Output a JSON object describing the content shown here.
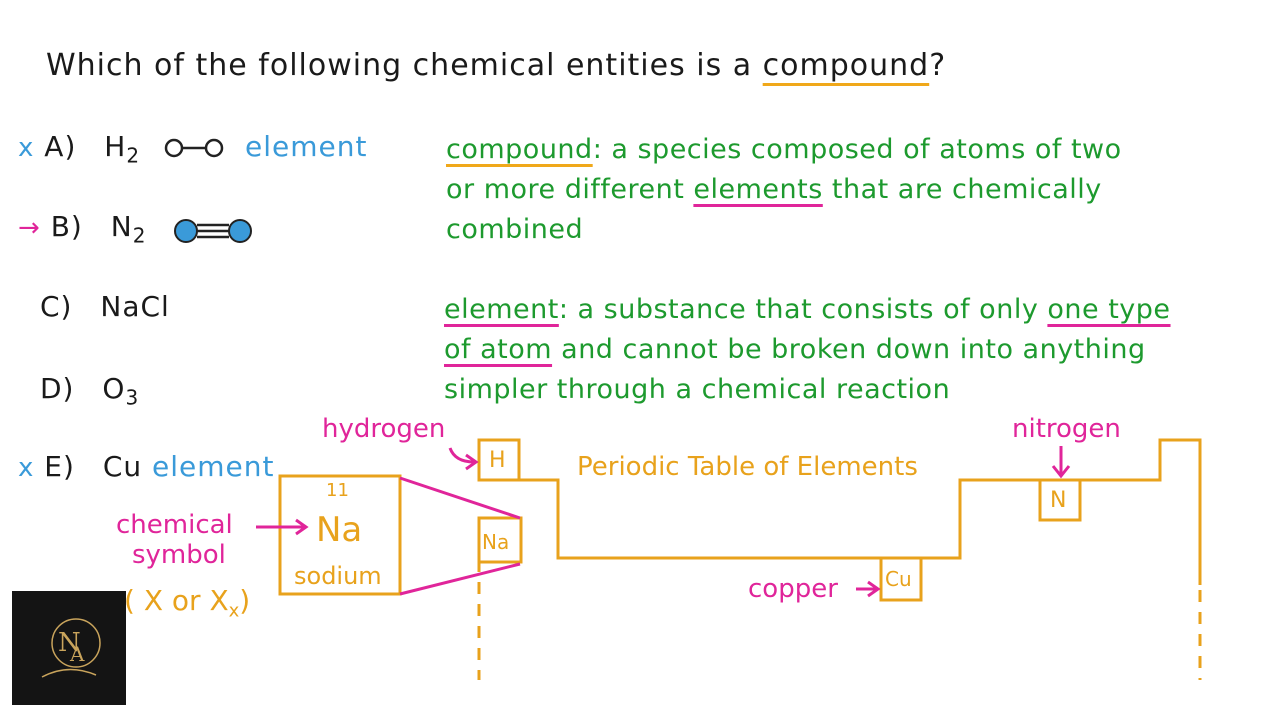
{
  "question": {
    "prefix": "Which of the following chemical entities is a ",
    "keyword": "compound",
    "suffix": "?"
  },
  "options": [
    {
      "mark": "x",
      "letter": "A)",
      "formula": "H",
      "sub": "2",
      "note": "element",
      "mark_color": "#3a9ad9"
    },
    {
      "mark": "→",
      "letter": "B)",
      "formula": "N",
      "sub": "2",
      "note": "",
      "mark_color": "#e0259a"
    },
    {
      "mark": "",
      "letter": "C)",
      "formula": "NaCl",
      "sub": "",
      "note": ""
    },
    {
      "mark": "",
      "letter": "D)",
      "formula": "O",
      "sub": "3",
      "note": ""
    },
    {
      "mark": "x",
      "letter": "E)",
      "formula": "Cu",
      "sub": "",
      "note": "element",
      "mark_color": "#3a9ad9"
    }
  ],
  "definitions": {
    "compound": {
      "term": "compound",
      "line1": ": a species composed of atoms of two",
      "line2_pre": "or more different ",
      "line2_ul": "elements",
      "line2_post": " that are chemically",
      "line3": "combined"
    },
    "element": {
      "term": "element",
      "line1_pre": ": a substance that consists of only ",
      "line1_ul": "one type",
      "line2_ul": "of atom",
      "line2_post": " and cannot be broken down into anything",
      "line3": "simpler through a chemical reaction"
    }
  },
  "diagram": {
    "table_title": "Periodic Table of Elements",
    "tile": {
      "number": "11",
      "symbol": "Na",
      "name": "sodium"
    },
    "chemical_symbol_label_1": "chemical",
    "chemical_symbol_label_2": "symbol",
    "symbol_format": "( X or X",
    "symbol_format_sub": "x",
    "symbol_format_close": ")",
    "hydrogen_label": "hydrogen",
    "nitrogen_label": "nitrogen",
    "copper_label": "copper",
    "cells": {
      "h": "H",
      "na": "Na",
      "n": "N",
      "cu": "Cu"
    }
  },
  "colors": {
    "orange": "#e8a21c",
    "pink": "#e0259a",
    "green": "#1d9a2e",
    "blue": "#3a9ad9"
  },
  "logo": {
    "icon": "na-monogram-icon"
  }
}
